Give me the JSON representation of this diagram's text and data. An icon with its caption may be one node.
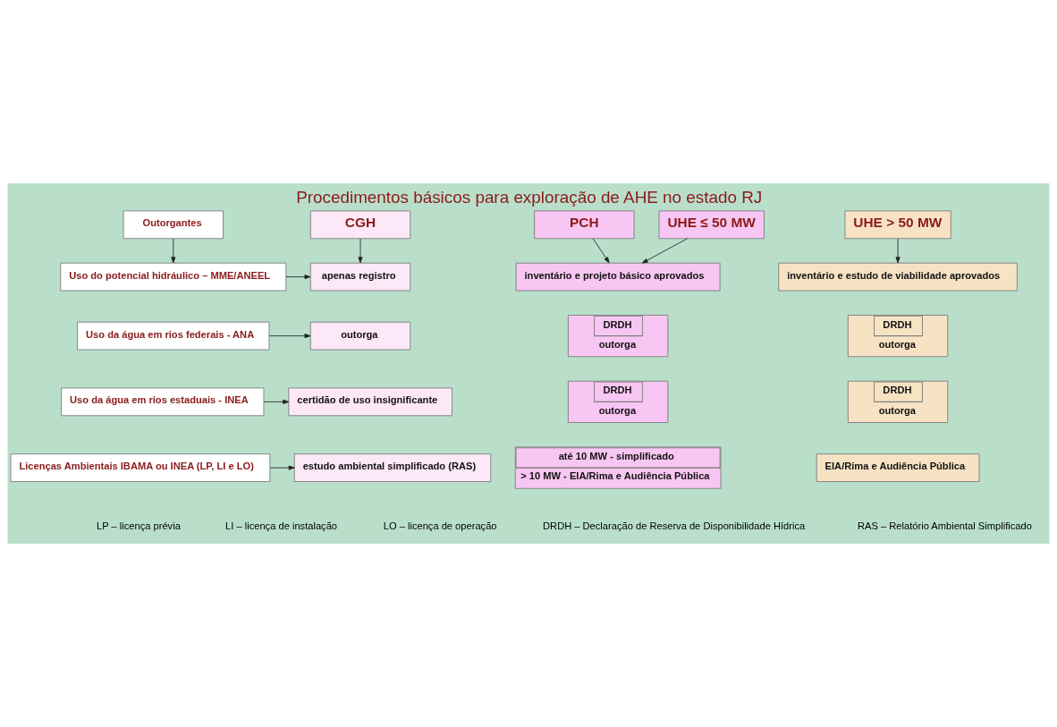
{
  "diagram": {
    "title": "Procedimentos básicos para exploração de AHE no estado RJ",
    "nodes": [
      {
        "text": [
          "Outorgantes"
        ]
      },
      {
        "text": [
          "CGH"
        ]
      },
      {
        "text": [
          "PCH"
        ]
      },
      {
        "text": [
          "UHE ≤ 50 MW"
        ]
      },
      {
        "text": [
          "UHE > 50 MW"
        ]
      },
      {
        "text": [
          "Uso do potencial hidráulico – MME/ANEEL"
        ]
      },
      {
        "text": [
          "apenas registro"
        ]
      },
      {
        "text": [
          "inventário e projeto básico aprovados"
        ]
      },
      {
        "text": [
          "inventário e estudo de viabilidade aprovados"
        ]
      },
      {
        "text": [
          "Uso da água em rios federais - ANA"
        ]
      },
      {
        "text": [
          "outorga"
        ]
      },
      {
        "text": [
          "DRDH",
          "outorga"
        ]
      },
      {
        "text": [
          "DRDH",
          "outorga"
        ]
      },
      {
        "text": [
          "Uso da água em rios estaduais - INEA"
        ]
      },
      {
        "text": [
          "certidão de uso insignificante"
        ]
      },
      {
        "text": [
          "DRDH",
          "outorga"
        ]
      },
      {
        "text": [
          "DRDH",
          "outorga"
        ]
      },
      {
        "text": [
          "Licenças Ambientais IBAMA ou INEA (LP, LI e LO)"
        ]
      },
      {
        "text": [
          "estudo ambiental simplificado (RAS)"
        ]
      },
      {
        "text": [
          "até 10 MW - simplificado",
          "> 10 MW - EIA/Rima e Audiência Pública"
        ]
      },
      {
        "text": [
          "EIA/Rima e Audiência Pública"
        ]
      }
    ],
    "edges": [
      {
        "from": 0,
        "to": 5,
        "arrow": "to"
      },
      {
        "from": 1,
        "to": 6,
        "arrow": "to"
      },
      {
        "from": 2,
        "to": 7,
        "arrow": "to"
      },
      {
        "from": 3,
        "to": 7,
        "arrow": "to"
      },
      {
        "from": 4,
        "to": 8,
        "arrow": "to"
      },
      {
        "from": 5,
        "to": 6,
        "arrow": "to"
      },
      {
        "from": 9,
        "to": 10,
        "arrow": "to"
      },
      {
        "from": 13,
        "to": 14,
        "arrow": "to"
      },
      {
        "from": 17,
        "to": 18,
        "arrow": "to"
      }
    ],
    "labels": [
      "LP – licença prévia",
      "LI – licença de instalação",
      "LO – licença de operação",
      "DRDH – Declaração de Reserva de Disponibilidade Hídrica",
      "RAS – Relatório Ambiental Simplificado"
    ]
  }
}
